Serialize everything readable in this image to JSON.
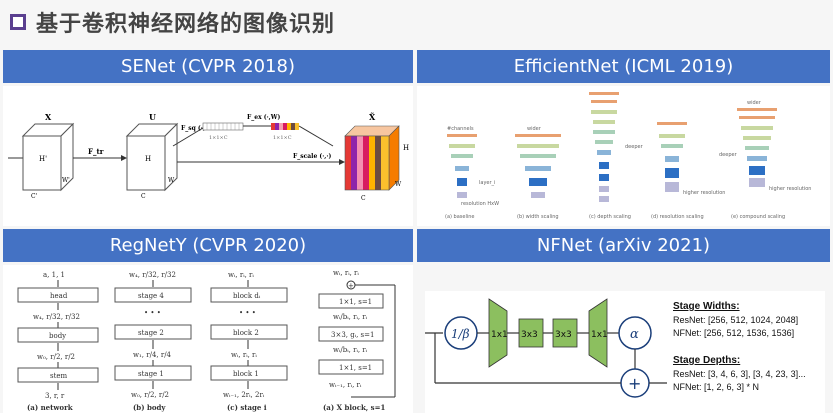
{
  "page": {
    "title": "基于卷积神经网络的图像识别"
  },
  "panels": {
    "senet": {
      "title": "SENet (CVPR 2018)"
    },
    "efficientnet": {
      "title": "EfficientNet (ICML 2019)"
    },
    "regnety": {
      "title": "RegNetY (CVPR 2020)"
    },
    "nfnet": {
      "title": "NFNet (arXiv 2021)"
    }
  },
  "senet_diagram": {
    "x": "X",
    "u": "U",
    "xhat": "X̃",
    "h_prime": "H'",
    "w_prime": "W'",
    "c_prime": "C'",
    "h": "H",
    "w": "W",
    "c": "C",
    "f_tr": "F_tr",
    "f_sq": "F_sq (·)",
    "f_ex": "F_ex (·,W)",
    "f_scale": "F_scale (·,·)",
    "vec1": "1×1×C",
    "vec2": "1×1×C"
  },
  "efficientnet_diagram": {
    "labels": [
      "#channels",
      "wider",
      "deeper",
      "wider",
      "deeper",
      "layer_i",
      "resolution HxW",
      "higher resolution",
      "higher resolution"
    ],
    "captions": [
      "(a) baseline",
      "(b) width scaling",
      "(c) depth scaling",
      "(d) resolution scaling",
      "(e) compound scaling"
    ]
  },
  "regnety_diagram": {
    "network": {
      "top": "a, 1, 1",
      "head": "head",
      "w_out": "w₄, r/32, r/32",
      "body": "body",
      "w_in": "w₀, r/2, r/2",
      "stem": "stem",
      "bottom": "3, r, r",
      "caption": "(a) network"
    },
    "body": {
      "top": "w₄, r/32, r/32",
      "stage4": "stage 4",
      "dots": "• • •",
      "stage2": "stage 2",
      "mid": "w₁, r/4, r/4",
      "stage1": "stage 1",
      "bottom": "w₀, r/2, r/2",
      "caption": "(b) body"
    },
    "stage": {
      "top": "wᵢ, rᵢ, rᵢ",
      "blockd": "block dᵢ",
      "dots": "• • •",
      "block2": "block 2",
      "mid": "wᵢ, rᵢ, rᵢ",
      "block1": "block 1",
      "bottom": "wᵢ₋₁, 2rᵢ, 2rᵢ",
      "caption": "(c) stage i"
    },
    "xblock": {
      "top": "wᵢ, rᵢ, rᵢ",
      "c1": "1×1, s=1",
      "l1": "wᵢ/bᵢ, rᵢ, rᵢ",
      "c3": "3×3, gᵢ, s=1",
      "l2": "wᵢ/bᵢ, rᵢ, rᵢ",
      "c2": "1×1, s=1",
      "bottom": "wᵢ₋₁, rᵢ, rᵢ",
      "caption": "(a) X block, s=1"
    }
  },
  "nfnet_diagram": {
    "beta": "1/β",
    "conv1": "1x1",
    "conv2": "3x3",
    "conv3": "3x3",
    "conv4": "1x1",
    "alpha": "α",
    "plus": "+",
    "widths_title": "Stage Widths:",
    "resnet_widths": "ResNet: [256, 512, 1024, 2048]",
    "nfnet_widths": "NFNet: [256, 512, 1536, 1536]",
    "depths_title": "Stage Depths:",
    "resnet_depths": "ResNet: [3, 4, 6, 3], [3, 4, 23, 3]...",
    "nfnet_depths": "NFNet:  [1, 2, 6, 3] * N"
  },
  "colors": {
    "header_blue": "#4472c4",
    "title_purple": "#5a3f8f",
    "green": "#8cbf5f"
  }
}
